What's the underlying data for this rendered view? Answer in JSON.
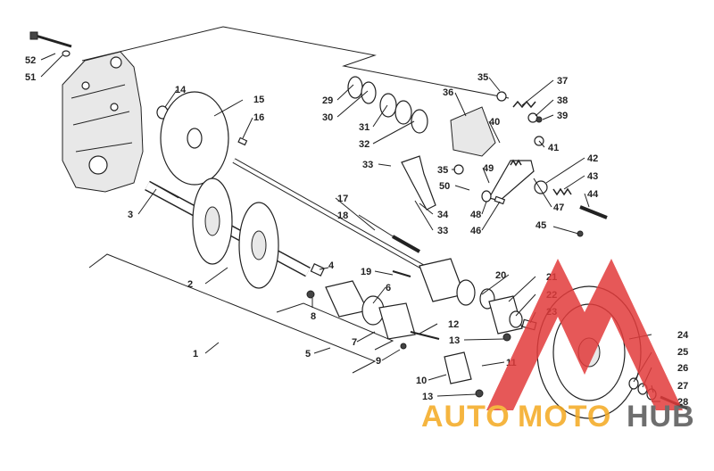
{
  "diagram": {
    "callouts": [
      {
        "id": "c52",
        "label": "52"
      },
      {
        "id": "c51",
        "label": "51"
      },
      {
        "id": "c14",
        "label": "14"
      },
      {
        "id": "c15",
        "label": "15"
      },
      {
        "id": "c16",
        "label": "16"
      },
      {
        "id": "c29",
        "label": "29"
      },
      {
        "id": "c30",
        "label": "30"
      },
      {
        "id": "c31",
        "label": "31"
      },
      {
        "id": "c32",
        "label": "32"
      },
      {
        "id": "c36",
        "label": "36"
      },
      {
        "id": "c35a",
        "label": "35"
      },
      {
        "id": "c37",
        "label": "37"
      },
      {
        "id": "c38",
        "label": "38"
      },
      {
        "id": "c39",
        "label": "39"
      },
      {
        "id": "c40",
        "label": "40"
      },
      {
        "id": "c41",
        "label": "41"
      },
      {
        "id": "c33a",
        "label": "33"
      },
      {
        "id": "c35b",
        "label": "35"
      },
      {
        "id": "c49",
        "label": "49"
      },
      {
        "id": "c50",
        "label": "50"
      },
      {
        "id": "c42",
        "label": "42"
      },
      {
        "id": "c43",
        "label": "43"
      },
      {
        "id": "c44",
        "label": "44"
      },
      {
        "id": "c3",
        "label": "3"
      },
      {
        "id": "c17",
        "label": "17"
      },
      {
        "id": "c18",
        "label": "18"
      },
      {
        "id": "c34",
        "label": "34"
      },
      {
        "id": "c33b",
        "label": "33"
      },
      {
        "id": "c48",
        "label": "48"
      },
      {
        "id": "c46",
        "label": "46"
      },
      {
        "id": "c47",
        "label": "47"
      },
      {
        "id": "c45",
        "label": "45"
      },
      {
        "id": "c4",
        "label": "4"
      },
      {
        "id": "c19",
        "label": "19"
      },
      {
        "id": "c20",
        "label": "20"
      },
      {
        "id": "c21",
        "label": "21"
      },
      {
        "id": "c2",
        "label": "2"
      },
      {
        "id": "c6",
        "label": "6"
      },
      {
        "id": "c22",
        "label": "22"
      },
      {
        "id": "c8",
        "label": "8"
      },
      {
        "id": "c23",
        "label": "23"
      },
      {
        "id": "c12",
        "label": "12"
      },
      {
        "id": "c7",
        "label": "7"
      },
      {
        "id": "c13a",
        "label": "13"
      },
      {
        "id": "c1",
        "label": "1"
      },
      {
        "id": "c5",
        "label": "5"
      },
      {
        "id": "c9",
        "label": "9"
      },
      {
        "id": "c11",
        "label": "11"
      },
      {
        "id": "c24",
        "label": "24"
      },
      {
        "id": "c25",
        "label": "25"
      },
      {
        "id": "c10",
        "label": "10"
      },
      {
        "id": "c26",
        "label": "26"
      },
      {
        "id": "c27",
        "label": "27"
      },
      {
        "id": "c13b",
        "label": "13"
      },
      {
        "id": "c28",
        "label": "28"
      }
    ]
  },
  "watermark": {
    "auto": "AUTO",
    "moto": "MOTO",
    "hub": "HUB",
    "colors": {
      "triangle": "#e23b3b",
      "orange": "#f4a91f",
      "gray": "#555555"
    }
  }
}
